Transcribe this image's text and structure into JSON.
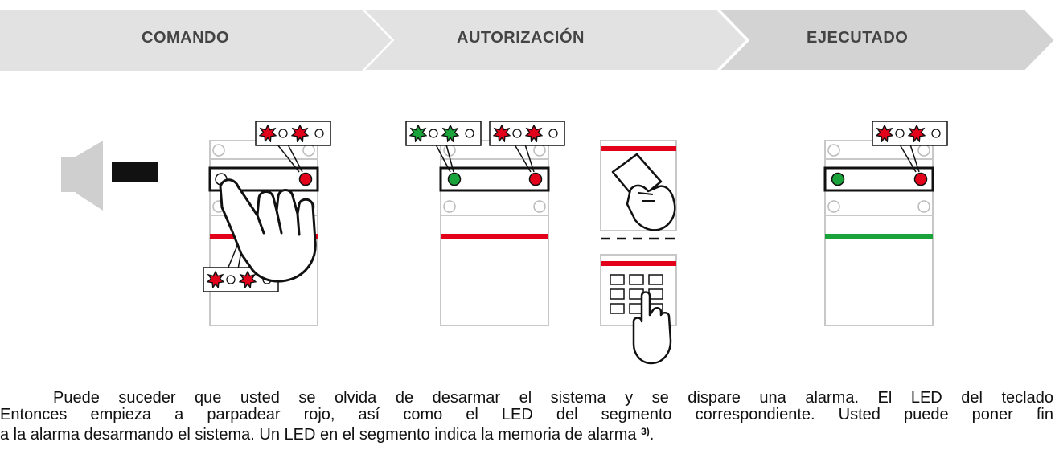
{
  "steps": [
    {
      "label": "COMANDO"
    },
    {
      "label": "AUTORIZACIÓN"
    },
    {
      "label": "EJECUTADO"
    }
  ],
  "colors": {
    "step_bg": "#e2e2e2",
    "step_last_bg": "#d2d2d2",
    "red_led": "#e3001b",
    "green_led": "#1aa33a",
    "red_bar": "#e3001b",
    "green_bar": "#1aa33a",
    "outline": "#c8c8c8"
  },
  "icons": [
    "speaker-icon",
    "hand-pointer-icon",
    "rfid-card-icon",
    "keypad-icon",
    "led-indicator-icon"
  ],
  "paragraph": {
    "line1": "Puede suceder que usted se olvida de desarmar el sistema y se dispare una alarma. El LED del teclado",
    "line2": "Entonces empieza a parpadear rojo, así como el LED del segmento correspondiente. Usted puede poner fin",
    "line3": "a la alarma desarmando el sistema. Un LED en el segmento indica la memoria de alarma",
    "footnote": "3)",
    "end": "."
  }
}
